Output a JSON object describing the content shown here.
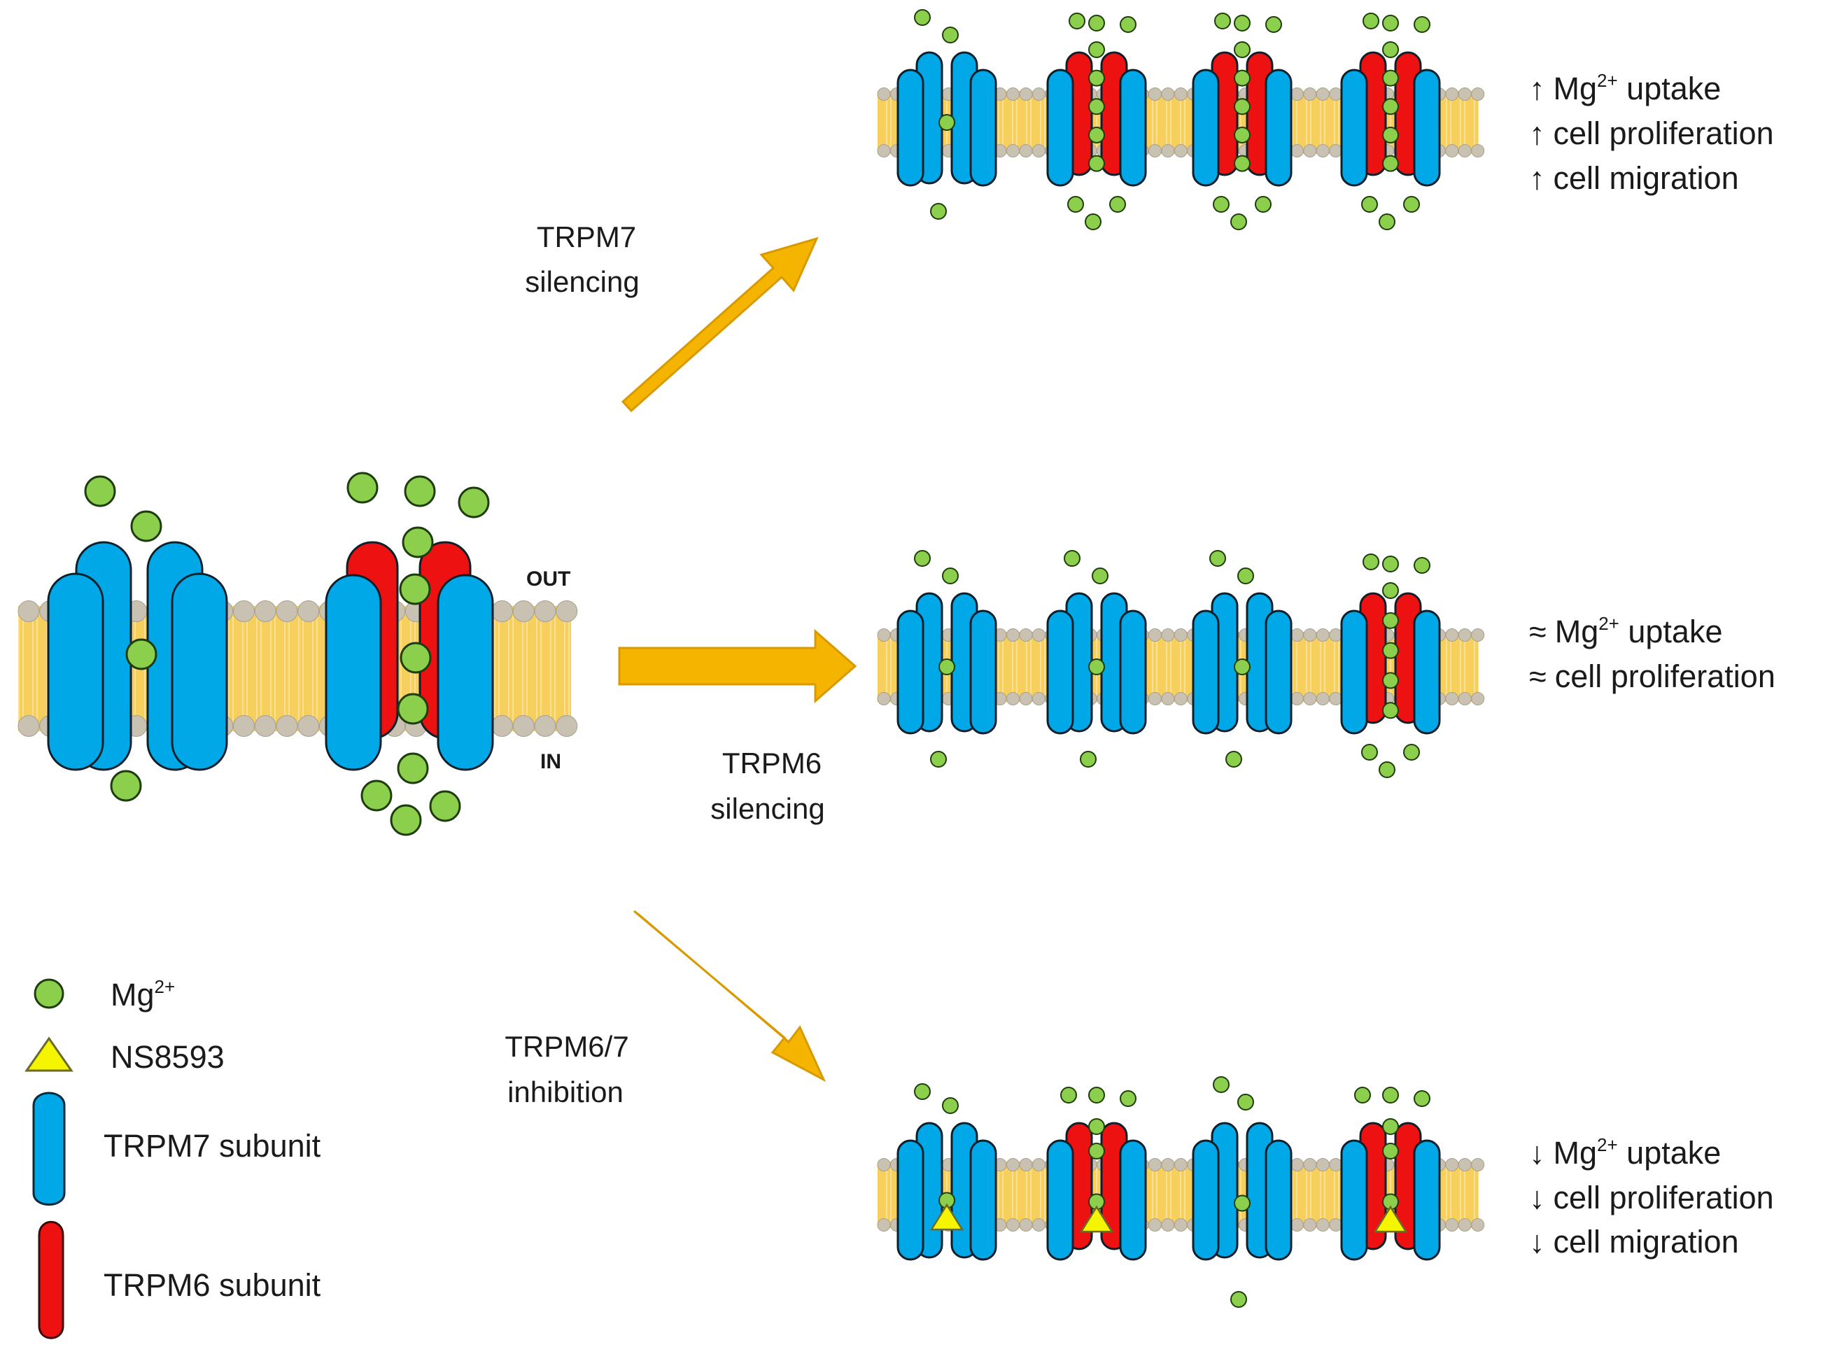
{
  "colors": {
    "trpm7_subunit": "#00a8e8",
    "trpm6_subunit": "#ee1111",
    "mg_ion": "#8ccf4d",
    "ns8593": "#f5f500",
    "membrane": "#f7cf5c",
    "lipid_head": "#c9c1b2",
    "arrow": "#f5b400"
  },
  "membrane_labels": {
    "out": "OUT",
    "in": "IN"
  },
  "treatments": {
    "trpm7_silencing": [
      "TRPM7",
      "silencing"
    ],
    "trpm6_silencing": [
      "TRPM6",
      "silencing"
    ],
    "inhibition": [
      "TRPM6/7",
      "inhibition"
    ]
  },
  "effects": {
    "top": [
      {
        "symbol": "↑",
        "parts": [
          "Mg",
          "2+",
          " uptake"
        ]
      },
      {
        "symbol": "↑",
        "parts": [
          "cell proliferation"
        ]
      },
      {
        "symbol": "↑",
        "parts": [
          "cell migration"
        ]
      }
    ],
    "middle": [
      {
        "symbol": "≈",
        "parts": [
          "Mg",
          "2+",
          " uptake"
        ]
      },
      {
        "symbol": "≈",
        "parts": [
          "cell proliferation"
        ]
      }
    ],
    "bottom": [
      {
        "symbol": "↓",
        "parts": [
          "Mg",
          "2+",
          " uptake"
        ]
      },
      {
        "symbol": "↓",
        "parts": [
          "cell proliferation"
        ]
      },
      {
        "symbol": "↓",
        "parts": [
          "cell migration"
        ]
      }
    ]
  },
  "legend": {
    "mg": [
      "Mg",
      "2+"
    ],
    "ns8593": "NS8593",
    "trpm7": "TRPM7 subunit",
    "trpm6": "TRPM6 subunit"
  },
  "channel_rows": {
    "top": [
      "TRPM7",
      "TRPM6/7",
      "TRPM6/7",
      "TRPM6/7"
    ],
    "middle": [
      "TRPM7",
      "TRPM7",
      "TRPM7",
      "TRPM6/7"
    ],
    "bottom": [
      "TRPM7",
      "TRPM6/7",
      "TRPM7",
      "TRPM6/7"
    ]
  }
}
